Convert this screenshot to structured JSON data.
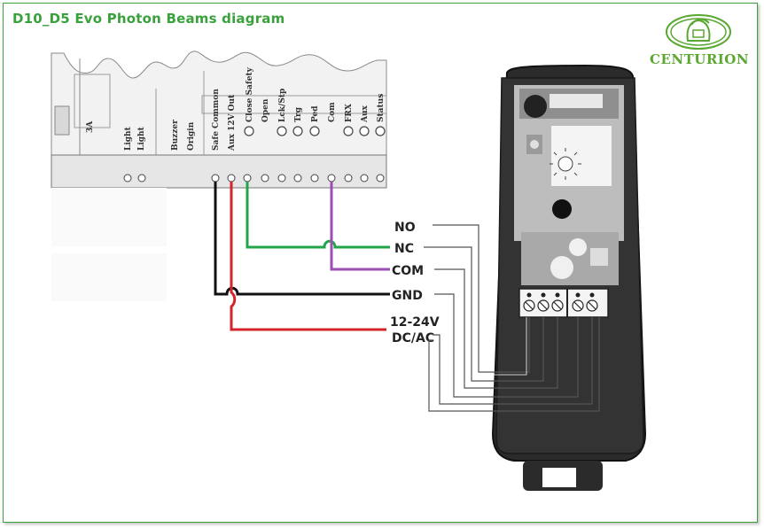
{
  "header": {
    "title": "D10_D5 Evo Photon Beams diagram",
    "brand_name": "CENTURION"
  },
  "controller_board": {
    "terminals": [
      "Light",
      "Light",
      "Buzzer",
      "Origin",
      "Safe Common",
      "Aux 12V Out",
      "Close Safety",
      "Open",
      "Lck/Stp",
      "Trg",
      "Ped",
      "Com",
      "FRX",
      "Aux",
      "Status"
    ],
    "fuse_label": "3A"
  },
  "photon_terminals": {
    "no": "NO",
    "nc": "NC",
    "com": "COM",
    "gnd": "GND",
    "power_line1": "12-24V",
    "power_line2": "DC/AC"
  },
  "colors": {
    "accent_green": "#3aa13c",
    "wire_green": "#22a54a",
    "wire_purple": "#9b4fb3",
    "wire_red": "#d4232a",
    "wire_black": "#111111",
    "device_body": "#2b2b2b"
  }
}
